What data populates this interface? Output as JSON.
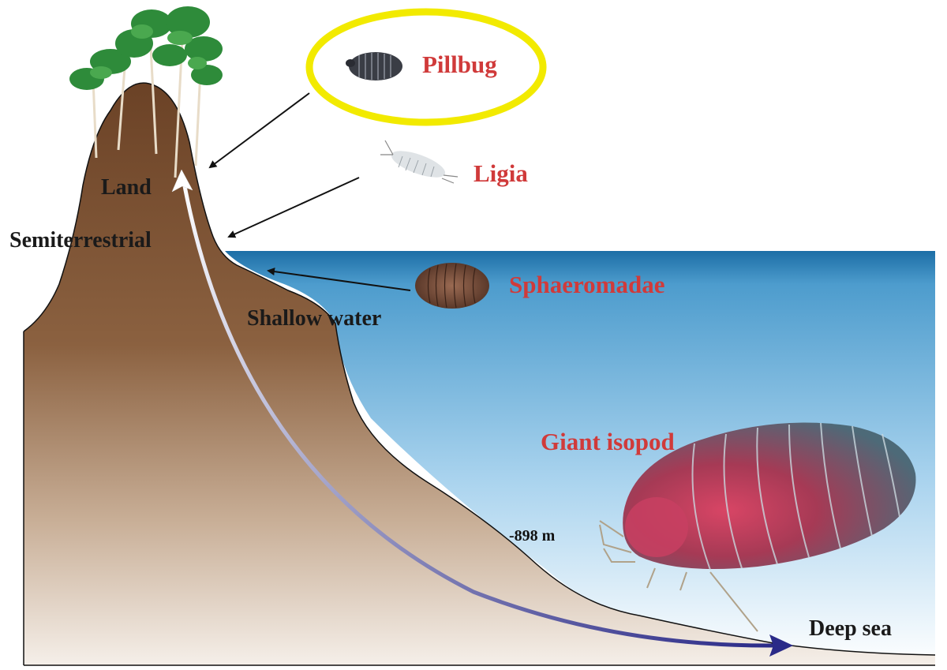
{
  "zones": {
    "land": "Land",
    "semiterrestrial": "Semiterrestrial",
    "shallow_water": "Shallow water",
    "deep_sea": "Deep sea"
  },
  "species": {
    "pillbug": "Pillbug",
    "ligia": "Ligia",
    "sphaeromadae": "Sphaeromadae",
    "giant_isopod": "Giant isopod"
  },
  "depth": "-898 m",
  "colors": {
    "species_label": "#d03a3a",
    "highlight_ellipse": "#f2ea00",
    "mountain_top": "#6b4226",
    "mountain_bottom": "#f2ece6",
    "sea_top": "#1c6ea6",
    "sea_bottom": "#ffffff",
    "arrow_start": "#ffffff",
    "arrow_end": "#2e2e8c"
  },
  "icons": {
    "highlight": "highlight-ellipse",
    "trees": "tree-icon",
    "pillbug": "pillbug-icon",
    "ligia": "ligia-icon",
    "sphaeromadae": "sphaeromadae-icon",
    "giant_isopod": "giant-isopod-icon"
  }
}
